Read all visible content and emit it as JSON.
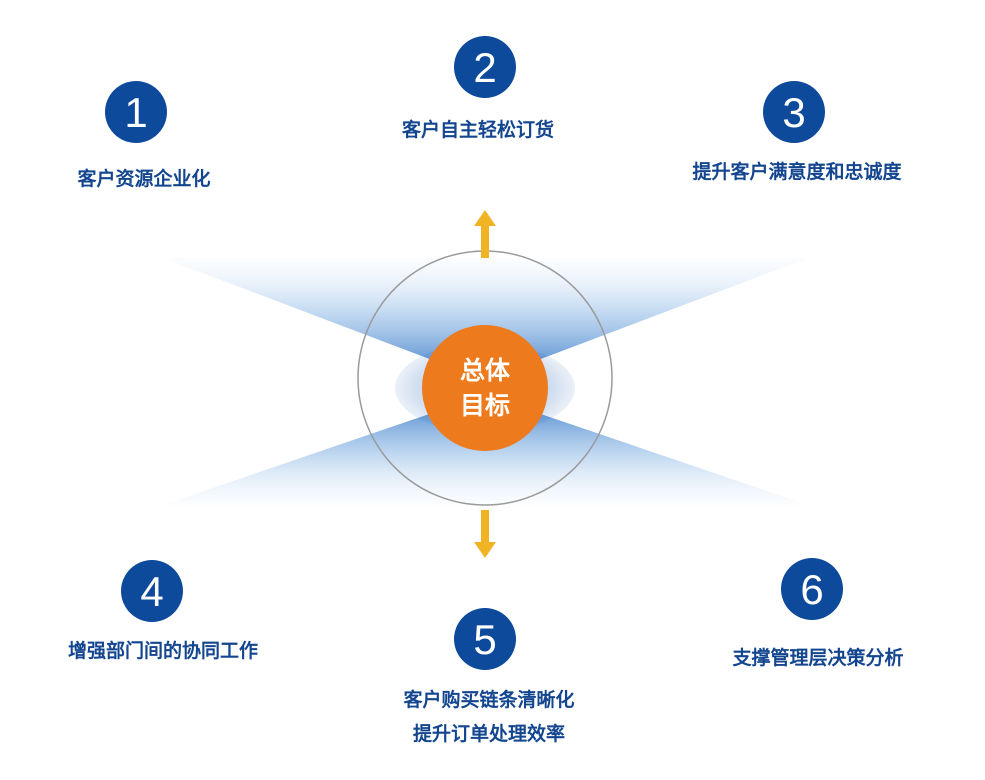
{
  "center": {
    "line1": "总体",
    "line2": "目标"
  },
  "goals": [
    {
      "number": "1",
      "lines": [
        "客户资源企业化"
      ]
    },
    {
      "number": "2",
      "lines": [
        "客户自主轻松订货"
      ]
    },
    {
      "number": "3",
      "lines": [
        "提升客户满意度和忠诚度"
      ]
    },
    {
      "number": "4",
      "lines": [
        "增强部门间的协同工作"
      ]
    },
    {
      "number": "5",
      "lines": [
        "客户购买链条清晰化",
        "提升订单处理效率"
      ]
    },
    {
      "number": "6",
      "lines": [
        "支撑管理层决策分析"
      ]
    }
  ],
  "colors": {
    "badge": "#0d4a9b",
    "label": "#13468f",
    "center": "#ee7a1e",
    "arrow": "#f0b323",
    "ring": "#9a9a9a",
    "beam": "#3b7cc9"
  }
}
